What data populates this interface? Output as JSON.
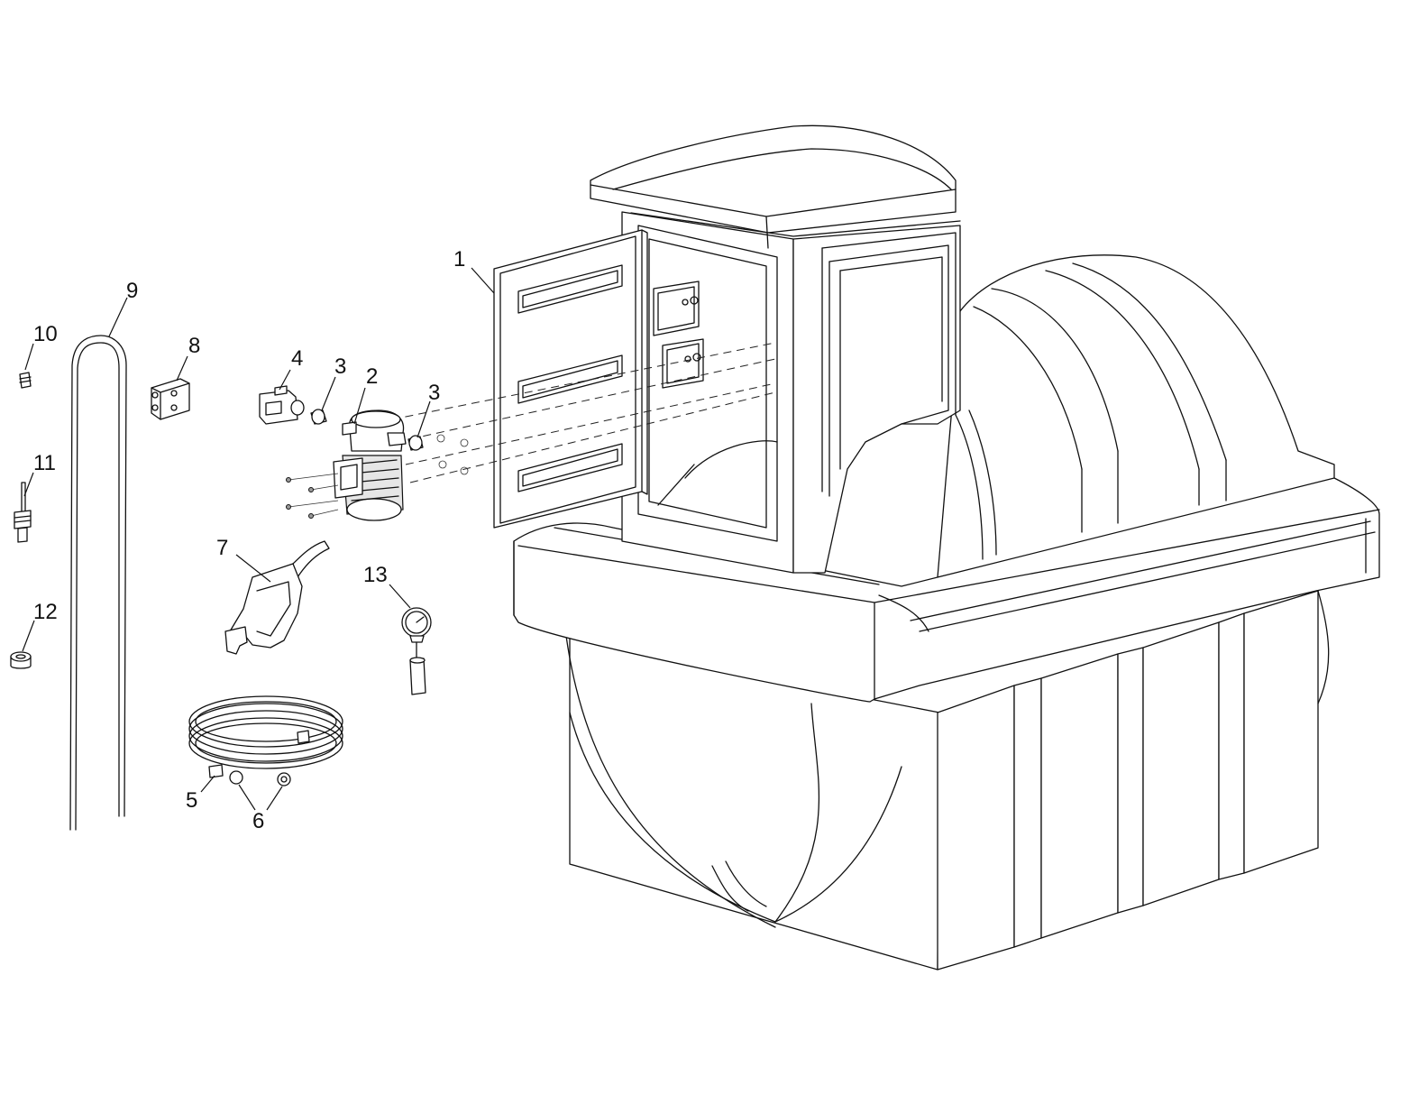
{
  "diagram": {
    "type": "exploded-parts-drawing",
    "callouts": [
      {
        "id": "c1",
        "label": "1"
      },
      {
        "id": "c2",
        "label": "2"
      },
      {
        "id": "c3a",
        "label": "3"
      },
      {
        "id": "c3b",
        "label": "3"
      },
      {
        "id": "c4",
        "label": "4"
      },
      {
        "id": "c5",
        "label": "5"
      },
      {
        "id": "c6",
        "label": "6"
      },
      {
        "id": "c7",
        "label": "7"
      },
      {
        "id": "c8",
        "label": "8"
      },
      {
        "id": "c9",
        "label": "9"
      },
      {
        "id": "c10",
        "label": "10"
      },
      {
        "id": "c11",
        "label": "11"
      },
      {
        "id": "c12",
        "label": "12"
      },
      {
        "id": "c13",
        "label": "13"
      }
    ],
    "colors": {
      "line": "#111111",
      "background": "#ffffff",
      "shade": "#e6e6e6"
    }
  }
}
